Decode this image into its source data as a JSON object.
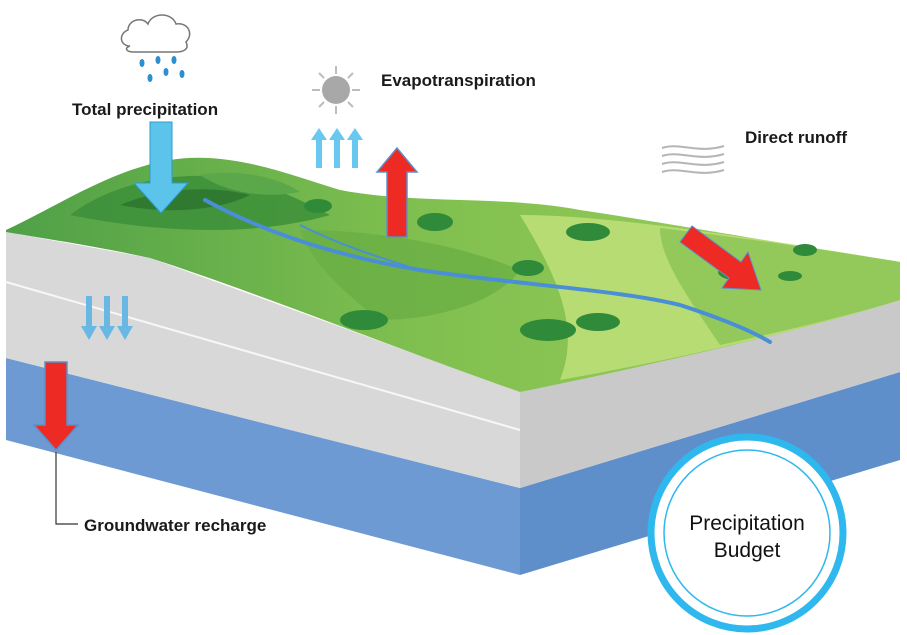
{
  "labels": {
    "total_precipitation": "Total precipitation",
    "evapotranspiration": "Evapotranspiration",
    "direct_runoff": "Direct runoff",
    "groundwater_recharge": "Groundwater recharge"
  },
  "badge": {
    "line1": "Precipitation",
    "line2": "Budget"
  },
  "icons": {
    "cloud": "rain-cloud-icon",
    "sun": "sun-icon",
    "wind": "wind-lines-icon"
  },
  "colors": {
    "precip_arrow": "#5cc4ea",
    "flux_arrow": "#ee2a24",
    "aquifer": "#6d9ad3",
    "soil_layer": "#d9d9d9",
    "terrain_dark": "#3c8f3a",
    "terrain_light": "#b7dc74",
    "stream": "#4a8fd6",
    "badge_ring": "#2fb8ee"
  }
}
